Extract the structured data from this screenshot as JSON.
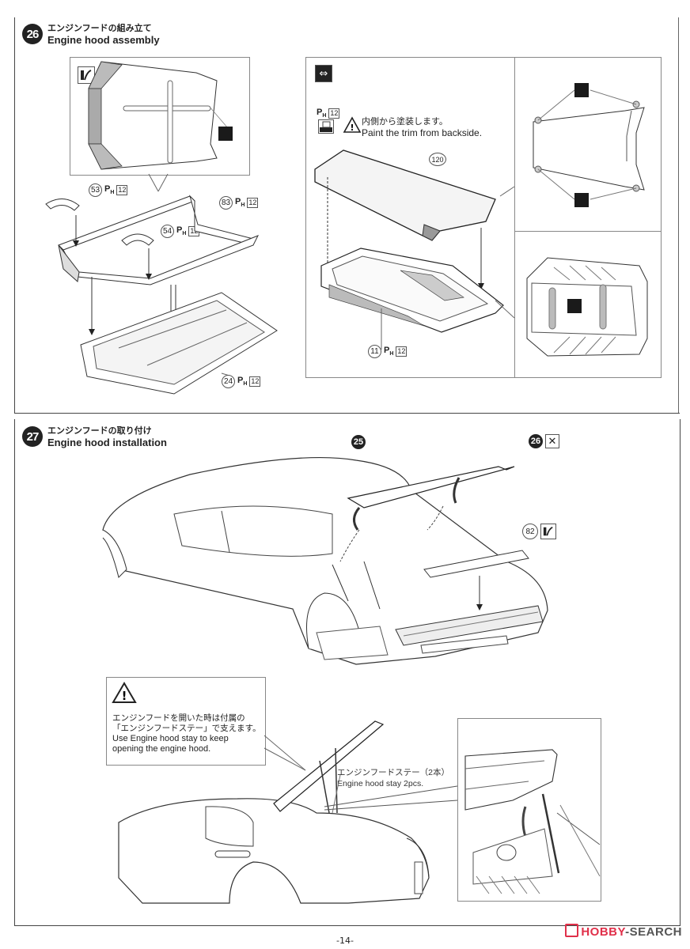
{
  "page": {
    "number": "-14-"
  },
  "watermark": {
    "brand_red": "HOBBY",
    "brand_grey": "SEARCH",
    "red_color": "#e0304a",
    "grey_color": "#555555"
  },
  "step26": {
    "number": "26",
    "title_jp": "エンジンフードの組み立て",
    "title_en": "Engine hood assembly",
    "parts": [
      {
        "id": "53",
        "paint": "P",
        "paint_sub": "H",
        "paint_code": "12"
      },
      {
        "id": "83",
        "paint": "P",
        "paint_sub": "H",
        "paint_code": "12"
      },
      {
        "id": "54",
        "paint": "P",
        "paint_sub": "H",
        "paint_code": "12"
      },
      {
        "id": "24",
        "paint": "P",
        "paint_sub": "H",
        "paint_code": "12"
      },
      {
        "id": "120"
      },
      {
        "id": "11",
        "paint": "P",
        "paint_sub": "H",
        "paint_code": "12"
      }
    ],
    "trim_note": {
      "paint": "P",
      "paint_sub": "H",
      "paint_code": "12",
      "jp": "内側から塗装します。",
      "en": "Paint the trim from backside."
    },
    "icons": [
      "paint-brush-icon",
      "decal-icon",
      "reverse-side-icon",
      "warning-icon"
    ]
  },
  "step27": {
    "number": "27",
    "title_jp": "エンジンフードの取り付け",
    "title_en": "Engine hood installation",
    "parts": [
      {
        "id": "25",
        "style": "filled"
      },
      {
        "id": "26",
        "style": "filled",
        "icon": "no-glue-icon"
      },
      {
        "id": "82",
        "icon": "paint-brush-icon"
      }
    ],
    "warning": {
      "jp_line1": "エンジンフードを開いた時は付属の",
      "jp_line2": "「エンジンフードステー」で支えます。",
      "en_line1": "Use Engine hood stay to keep",
      "en_line2": "opening the engine hood."
    },
    "stay_label": {
      "jp": "エンジンフードステー（2本）",
      "en": "Engine hood stay 2pcs."
    }
  }
}
